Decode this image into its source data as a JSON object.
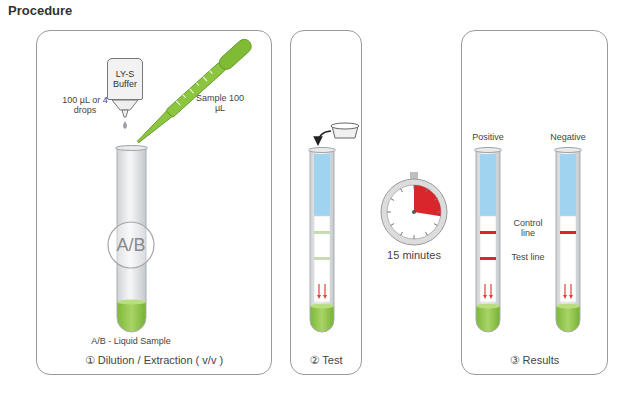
{
  "diagram": {
    "title": "Procedure",
    "nodes": [
      {
        "text": [
          "① Dilution / Extraction ( v/v )"
        ]
      },
      {
        "text": [
          "LY-S Buffer"
        ],
        "in": 0
      },
      {
        "text": [
          "A/B"
        ],
        "in": 0
      },
      {
        "text": [
          "② Test"
        ]
      },
      {
        "text": [
          "③ Results"
        ]
      }
    ],
    "labels": [
      "100 µL or 4 drops",
      "Sample 100 µL",
      "A/B - Liquid Sample",
      "15 minutes",
      "Positive",
      "Negative",
      "Control line",
      "Test line"
    ]
  }
}
